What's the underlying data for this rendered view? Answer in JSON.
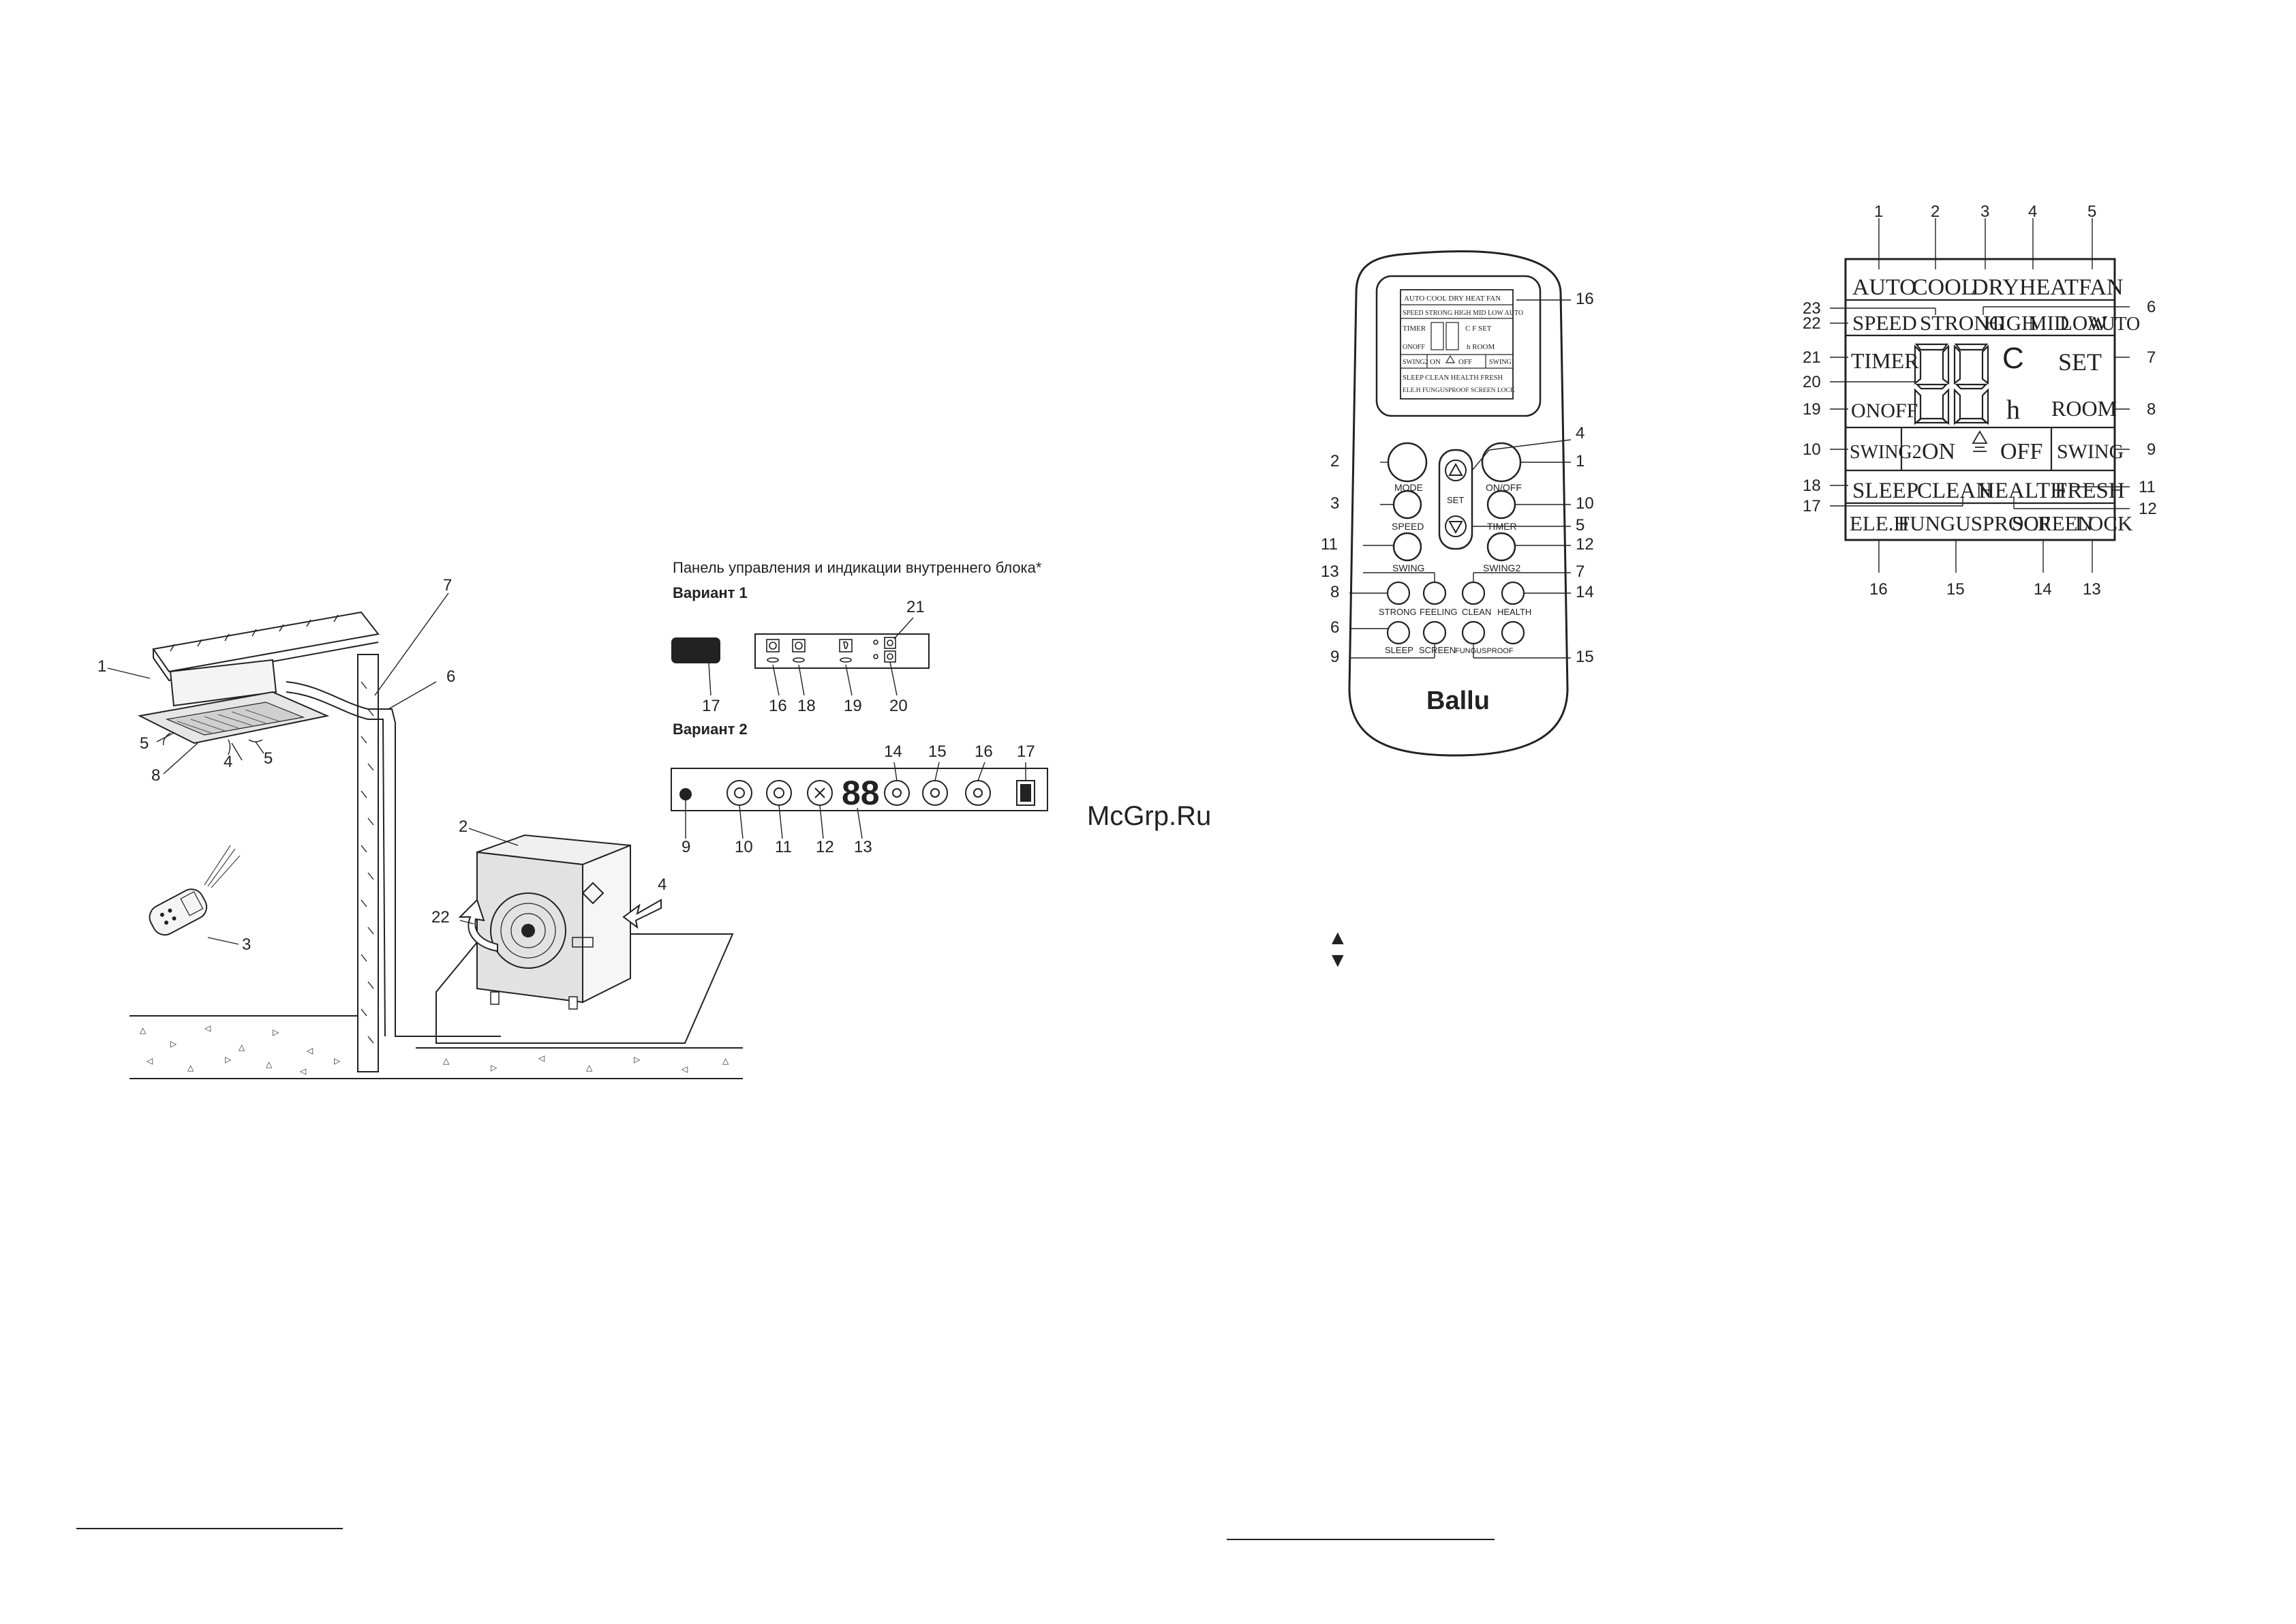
{
  "installation": {
    "callouts": [
      "1",
      "2",
      "3",
      "4",
      "5",
      "5",
      "6",
      "7",
      "8",
      "22"
    ]
  },
  "panel": {
    "title": "Панель управления и индикации внутреннего блока*",
    "variant1": {
      "label": "Вариант 1",
      "callouts": [
        "16",
        "17",
        "18",
        "19",
        "20",
        "21"
      ]
    },
    "variant2": {
      "label": "Вариант 2",
      "display": "88",
      "callouts": [
        "9",
        "10",
        "11",
        "12",
        "13",
        "14",
        "15",
        "16",
        "17"
      ]
    }
  },
  "watermark": "McGrp.Ru",
  "remote": {
    "brand": "Ballu",
    "set_label": "SET",
    "screen_rows": [
      "AUTO COOL DRY HEAT FAN",
      "SPEED STRONG HIGH MID LOW AUTO",
      "TIMER",
      "C F  SET",
      "ONOFF",
      "h ROOM",
      "SWING2",
      "ON",
      "OFF",
      "SWING",
      "SLEEP CLEAN HEALTH FRESH",
      "ELE.H FUNGUSPROOF SCREEN LOCK"
    ],
    "buttons": {
      "mode": "MODE",
      "onoff": "ON/OFF",
      "speed": "SPEED",
      "timer": "TIMER",
      "swing": "SWING",
      "swing2": "SWING2",
      "strong": "STRONG",
      "feeling": "FEELING",
      "clean": "CLEAN",
      "health": "HEALTH",
      "sleep": "SLEEP",
      "screen": "SCREEN",
      "fungusproof": "FUNGUSPROOF"
    },
    "callouts_left": [
      "2",
      "3",
      "11",
      "13",
      "8",
      "6",
      "9"
    ],
    "callouts_right": [
      "16",
      "4",
      "1",
      "10",
      "5",
      "12",
      "7",
      "14",
      "15"
    ]
  },
  "lcd": {
    "rows": {
      "r1": [
        "AUTO",
        "COOL",
        "DRY",
        "HEAT",
        "FAN"
      ],
      "r2": [
        "SPEED",
        "STRONG",
        "HIGH",
        "MID",
        "LOW",
        "AUTO"
      ],
      "timer": "TIMER",
      "c": "C",
      "set": "SET",
      "onoff": "ONOFF",
      "h": "h",
      "room": "ROOM",
      "swing2": "SWING2",
      "on": "ON",
      "off": "OFF",
      "swing": "SWING",
      "r6": [
        "SLEEP",
        "CLEAN",
        "HEALTH",
        "FRESH"
      ],
      "r7": [
        "ELE.H",
        "FUNGUSPROOF",
        "SCREEN",
        "LOCK"
      ]
    },
    "top_callouts": [
      "1",
      "2",
      "3",
      "4",
      "5"
    ],
    "left_callouts": [
      "23",
      "22",
      "21",
      "20",
      "19",
      "10",
      "18",
      "17"
    ],
    "right_callouts": [
      "6",
      "7",
      "8",
      "9",
      "11",
      "12"
    ],
    "bottom_callouts": [
      "16",
      "15",
      "14",
      "13"
    ]
  },
  "arrows": {
    "up": "▲",
    "down": "▼"
  }
}
